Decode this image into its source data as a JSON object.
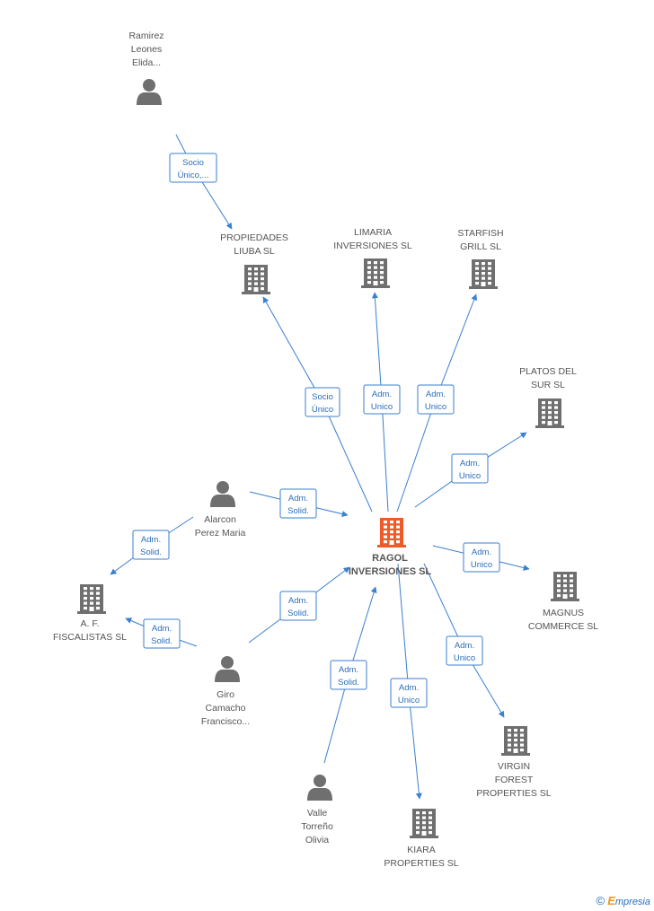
{
  "colors": {
    "edge": "#3a7fd0",
    "node": "#6f6f6f",
    "center": "#f05a28",
    "label": "#555555"
  },
  "center": {
    "line1": "RAGOL",
    "line2": "INVERSIONES SL"
  },
  "nodes": [
    {
      "id": "ramirez",
      "kind": "person",
      "lines": [
        "Ramirez",
        "Leones",
        "Elida..."
      ]
    },
    {
      "id": "propiedades",
      "kind": "company",
      "lines": [
        "PROPIEDADES",
        "LIUBA SL"
      ]
    },
    {
      "id": "limaria",
      "kind": "company",
      "lines": [
        "LIMARIA",
        "INVERSIONES SL"
      ]
    },
    {
      "id": "starfish",
      "kind": "company",
      "lines": [
        "STARFISH",
        "GRILL  SL"
      ]
    },
    {
      "id": "platos",
      "kind": "company",
      "lines": [
        "PLATOS DEL",
        "SUR  SL"
      ]
    },
    {
      "id": "alarcon",
      "kind": "person",
      "lines": [
        "Alarcon",
        "Perez Maria"
      ]
    },
    {
      "id": "af",
      "kind": "company",
      "lines": [
        "A. F.",
        "FISCALISTAS SL"
      ]
    },
    {
      "id": "magnus",
      "kind": "company",
      "lines": [
        "MAGNUS",
        "COMMERCE  SL"
      ]
    },
    {
      "id": "giro",
      "kind": "person",
      "lines": [
        "Giro",
        "Camacho",
        "Francisco..."
      ]
    },
    {
      "id": "virgin",
      "kind": "company",
      "lines": [
        "VIRGIN",
        "FOREST",
        "PROPERTIES  SL"
      ]
    },
    {
      "id": "valle",
      "kind": "person",
      "lines": [
        "Valle",
        "Torreño",
        "Olivia"
      ]
    },
    {
      "id": "kiara",
      "kind": "company",
      "lines": [
        "KIARA",
        "PROPERTIES SL"
      ]
    }
  ],
  "edges": [
    {
      "from": "ramirez",
      "to": "propiedades",
      "label": [
        "Socio",
        "Único,..."
      ]
    },
    {
      "from": "center",
      "to": "propiedades",
      "label": [
        "Socio",
        "Único"
      ]
    },
    {
      "from": "center",
      "to": "limaria",
      "label": [
        "Adm.",
        "Unico"
      ]
    },
    {
      "from": "center",
      "to": "starfish",
      "label": [
        "Adm.",
        "Unico"
      ]
    },
    {
      "from": "center",
      "to": "platos",
      "label": [
        "Adm.",
        "Unico"
      ]
    },
    {
      "from": "alarcon",
      "to": "center",
      "label": [
        "Adm.",
        "Solid."
      ]
    },
    {
      "from": "alarcon",
      "to": "af",
      "label": [
        "Adm.",
        "Solid."
      ]
    },
    {
      "from": "center",
      "to": "magnus",
      "label": [
        "Adm.",
        "Unico"
      ]
    },
    {
      "from": "giro",
      "to": "center",
      "label": [
        "Adm.",
        "Solid."
      ]
    },
    {
      "from": "giro",
      "to": "af",
      "label": [
        "Adm.",
        "Solid."
      ]
    },
    {
      "from": "center",
      "to": "virgin",
      "label": [
        "Adm.",
        "Unico"
      ]
    },
    {
      "from": "valle",
      "to": "center",
      "label": [
        "Adm.",
        "Solid."
      ]
    },
    {
      "from": "center",
      "to": "kiara",
      "label": [
        "Adm.",
        "Unico"
      ]
    }
  ],
  "footer": {
    "copyright": "©",
    "brand_first": "E",
    "brand_rest": "mpresia"
  }
}
